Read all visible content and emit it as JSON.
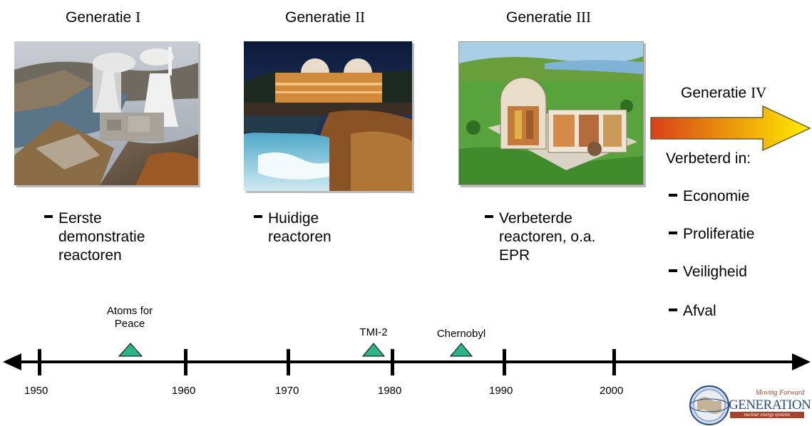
{
  "generations": [
    {
      "title": "Generatie ",
      "roman": "I",
      "bullet": [
        "Eerste",
        "demonstratie",
        "reactoren"
      ]
    },
    {
      "title": "Generatie ",
      "roman": "II",
      "bullet": [
        "Huidige",
        "reactoren"
      ]
    },
    {
      "title": "Generatie ",
      "roman": "III",
      "bullet": [
        "Verbeterde",
        "reactoren, o.a.",
        "EPR"
      ]
    }
  ],
  "gen4": {
    "title": "Generatie ",
    "roman": "IV",
    "improved_label": "Verbeterd in:",
    "items": [
      "Economie",
      "Proliferatie",
      "Veiligheid",
      "Afval"
    ]
  },
  "timeline": {
    "years": [
      "1950",
      "1960",
      "1970",
      "1980",
      "1990",
      "2000"
    ],
    "events": [
      {
        "label_lines": [
          "Atoms for",
          "Peace"
        ]
      },
      {
        "label_lines": [
          "TMI-2"
        ]
      },
      {
        "label_lines": [
          "Chernobyl"
        ]
      }
    ]
  },
  "logo": {
    "tagline": "Moving Forward",
    "name": "GENERATION IV",
    "subtitle": "nuclear energy systems"
  },
  "colors": {
    "event_marker": "#2bb38a",
    "arrow_start": "#d9401a",
    "arrow_end": "#ffee00"
  }
}
